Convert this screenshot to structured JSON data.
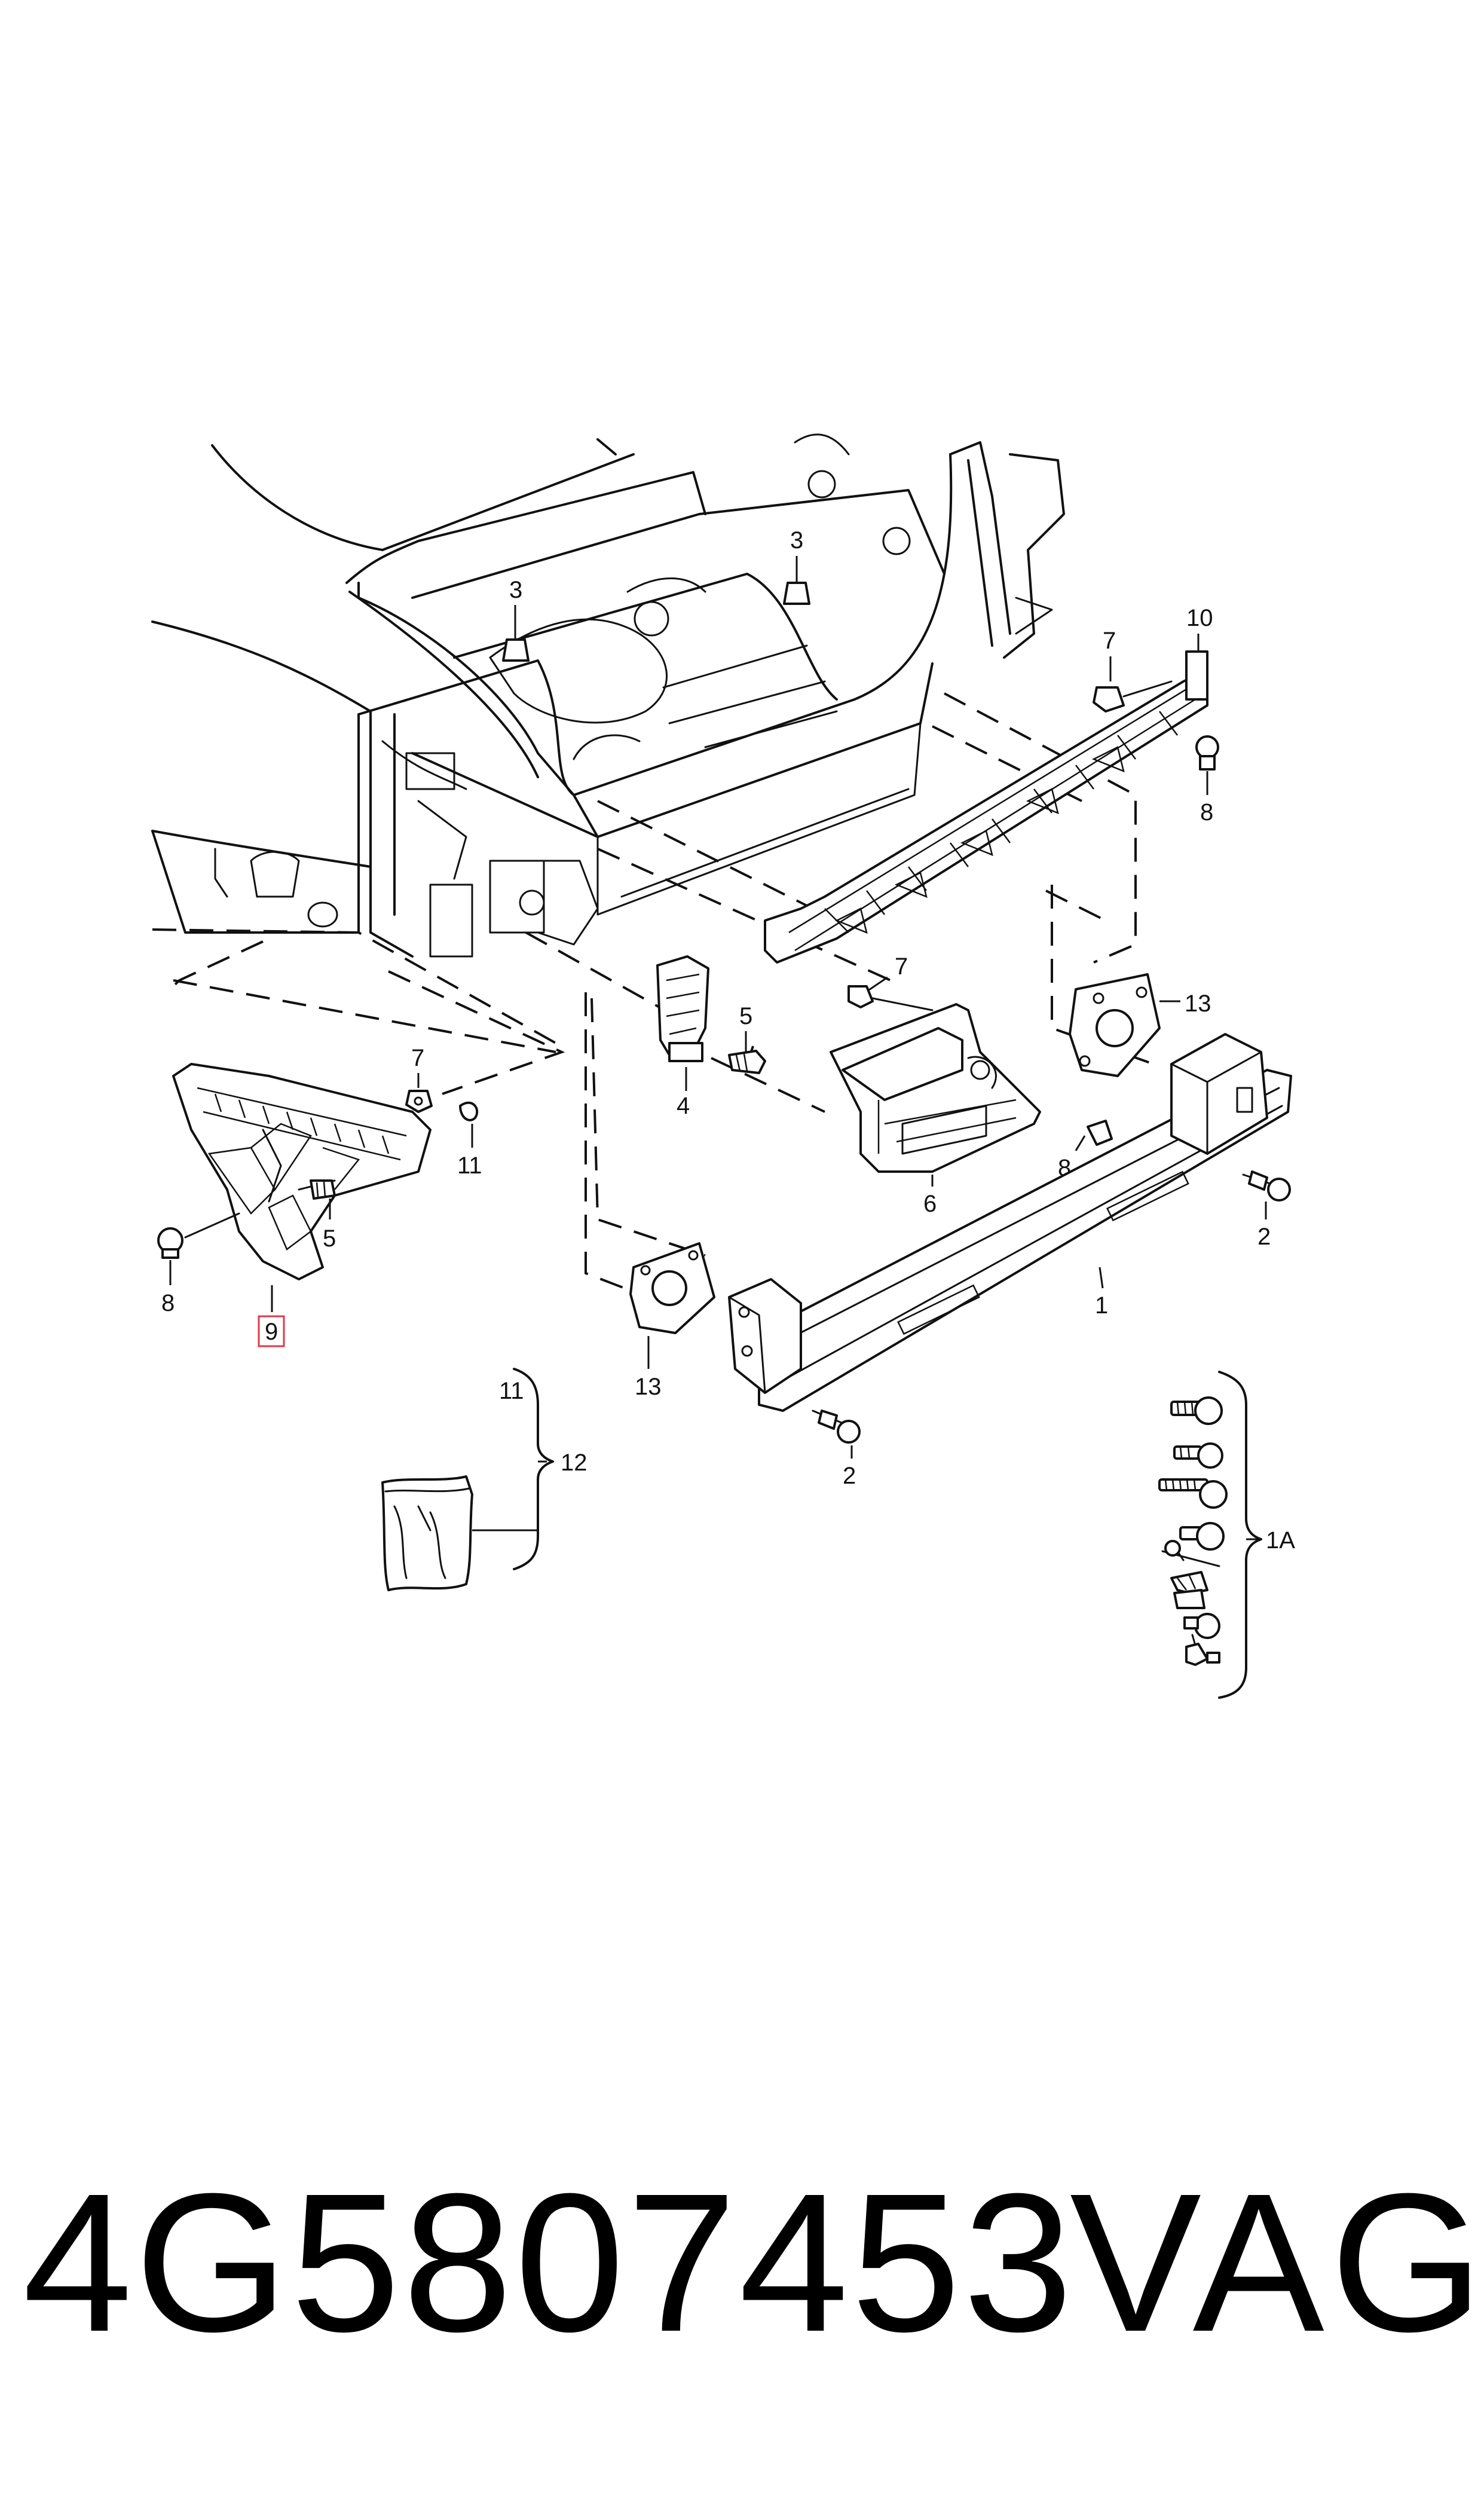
{
  "diagram": {
    "callouts": {
      "c1": "1",
      "c1a": "1A",
      "c2a": "2",
      "c2b": "2",
      "c3a": "3",
      "c3b": "3",
      "c4": "4",
      "c5a": "5",
      "c5b": "5",
      "c6": "6",
      "c7a": "7",
      "c7b": "7",
      "c7c": "7",
      "c8a": "8",
      "c8b": "8",
      "c8c": "8",
      "c9": "9",
      "c10": "10",
      "c11a": "11",
      "c11b": "11",
      "c12": "12",
      "c13a": "13",
      "c13b": "13"
    },
    "highlight_color": "#e0394b"
  },
  "footer": {
    "part_number": "4G5807453",
    "brand": "VAG"
  }
}
